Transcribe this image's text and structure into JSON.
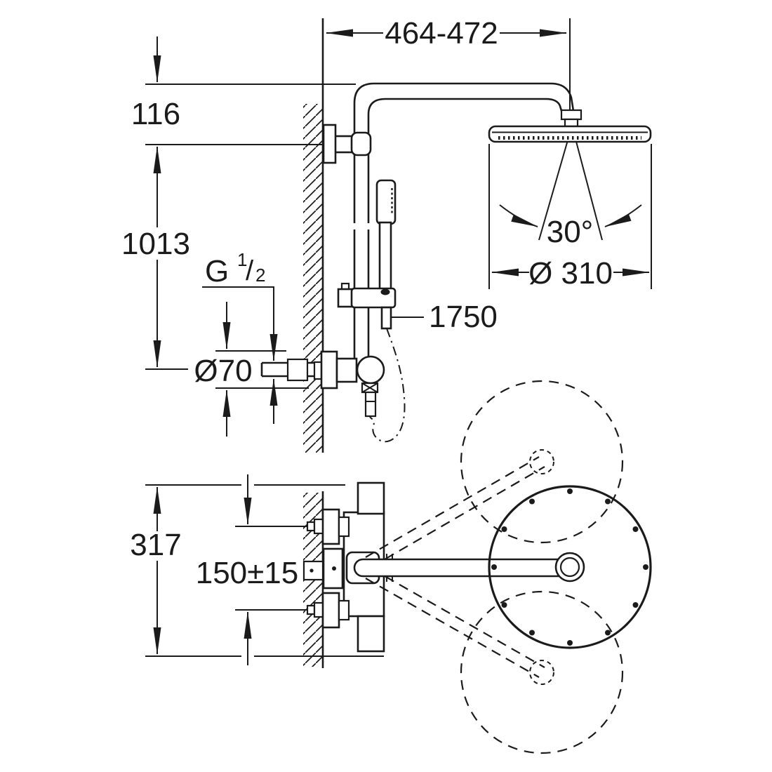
{
  "page": {
    "background": "#ffffff",
    "line_color": "#1b1b1b",
    "description": "Technical dimensional drawing of a wall-mounted shower system, front elevation and plan view"
  },
  "front_view": {
    "dims": {
      "arm_reach": "464-472",
      "head_offset": "116",
      "pipe_height": "1013",
      "thread": {
        "prefix": "G",
        "numerator": "1",
        "slash": "/",
        "denominator": "2"
      },
      "escutcheon_diameter": "Ø70",
      "hose_length": "1750",
      "spray_angle": "30°",
      "head_diameter": "Ø 310"
    }
  },
  "plan_view": {
    "dims": {
      "overall_depth": "317",
      "inlet_spacing": "150±15"
    }
  }
}
